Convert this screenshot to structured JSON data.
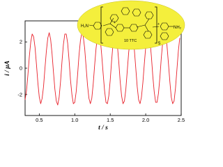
{
  "chart_data": {
    "type": "line",
    "xlabel": "t / s",
    "ylabel": "i / µA",
    "xlim": [
      0.3,
      2.5
    ],
    "ylim": [
      -3.6,
      3.6
    ],
    "x_ticks": [
      "0.5",
      "1.0",
      "1.5",
      "2.0",
      "2.5"
    ],
    "y_ticks": [
      "-2",
      "0",
      "2"
    ],
    "grid": false,
    "legend": "none",
    "series": [
      {
        "color": "#e8202a",
        "x": [
          0.3,
          0.32,
          0.34,
          0.36,
          0.38,
          0.4,
          0.42,
          0.44,
          0.46,
          0.48,
          0.5,
          0.52,
          0.54,
          0.56,
          0.58,
          0.6,
          0.62,
          0.64,
          0.66,
          0.68,
          0.7,
          0.72,
          0.74,
          0.76,
          0.78,
          0.8,
          0.82,
          0.84,
          0.86,
          0.88,
          0.9,
          0.92,
          0.94,
          0.96,
          0.98,
          1.0,
          1.02,
          1.04,
          1.06,
          1.08,
          1.1,
          1.12,
          1.14,
          1.16,
          1.18,
          1.2,
          1.22,
          1.24,
          1.26,
          1.28,
          1.3,
          1.32,
          1.34,
          1.36,
          1.38,
          1.4,
          1.42,
          1.44,
          1.46,
          1.48,
          1.5,
          1.52,
          1.54,
          1.56,
          1.58,
          1.6,
          1.62,
          1.64,
          1.66,
          1.68,
          1.7,
          1.72,
          1.74,
          1.76,
          1.78,
          1.8,
          1.82,
          1.84,
          1.86,
          1.88,
          1.9,
          1.92,
          1.94,
          1.96,
          1.98,
          2.0,
          2.02,
          2.04,
          2.06,
          2.08,
          2.1,
          2.12,
          2.14,
          2.16,
          2.18,
          2.2,
          2.22,
          2.24,
          2.26,
          2.28,
          2.3,
          2.32,
          2.34,
          2.36,
          2.38,
          2.4,
          2.42,
          2.44,
          2.46,
          2.48
        ],
        "y": [
          -2.4,
          -1.7,
          -0.5,
          0.9,
          2.0,
          2.6,
          2.4,
          1.6,
          0.3,
          -1.1,
          -2.2,
          -2.7,
          -2.3,
          -1.4,
          0.0,
          1.3,
          2.3,
          2.7,
          2.2,
          1.1,
          -0.3,
          -1.6,
          -2.5,
          -2.8,
          -2.2,
          -1.0,
          0.5,
          1.8,
          2.6,
          2.6,
          1.9,
          0.6,
          -0.9,
          -2.0,
          -2.7,
          -2.6,
          -1.8,
          -0.5,
          1.0,
          2.1,
          2.7,
          2.4,
          1.5,
          0.1,
          -1.3,
          -2.3,
          -2.7,
          -2.3,
          -1.2,
          0.2,
          1.5,
          2.4,
          2.7,
          2.2,
          1.0,
          -0.4,
          -1.7,
          -2.6,
          -2.7,
          -2.1,
          -0.9,
          0.6,
          1.9,
          2.6,
          2.6,
          1.8,
          0.5,
          -1.0,
          -2.1,
          -2.7,
          -2.5,
          -1.6,
          -0.2,
          1.2,
          2.2,
          2.7,
          2.4,
          1.4,
          0.0,
          -1.4,
          -2.4,
          -2.7,
          -2.2,
          -1.1,
          0.3,
          1.6,
          2.5,
          2.7,
          2.1,
          0.9,
          -0.6,
          -1.8,
          -2.6,
          -2.6,
          -1.9,
          -0.7,
          0.8,
          2.0,
          2.6,
          2.5,
          1.7,
          0.4,
          -1.0,
          -2.2,
          -2.7,
          -2.5,
          -1.5,
          -0.1,
          1.3,
          2.3
        ]
      }
    ]
  },
  "molecule": {
    "amine_left": "H₂N",
    "amine_right": "NH₂",
    "charge_left": "+",
    "charge_right": "+",
    "repeat_subscript": "5",
    "unit_label": "10 TTC",
    "callout_color": "#f4ef3c"
  }
}
